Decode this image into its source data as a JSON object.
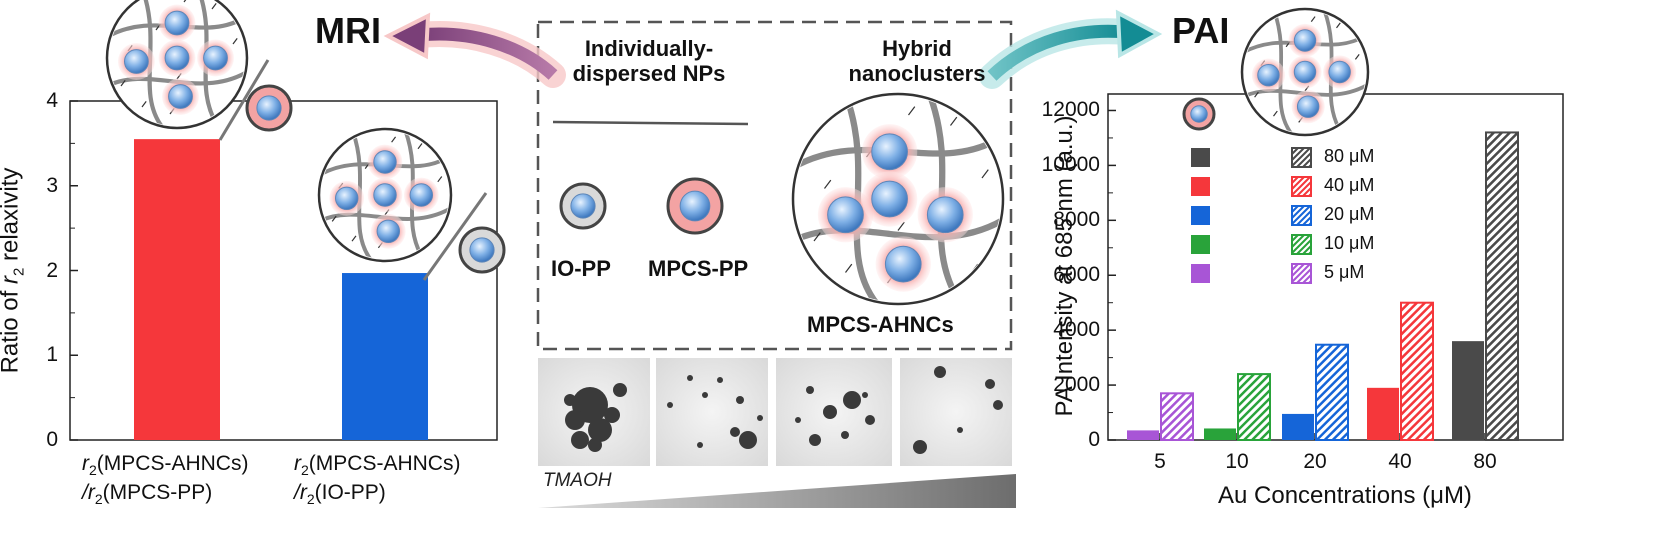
{
  "center": {
    "title_left_line1": "Individually-",
    "title_left_line2": "dispersed NPs",
    "title_right_line1": "Hybrid",
    "title_right_line2": "nanoclusters",
    "np1_label": "IO-PP",
    "np2_label": "MPCS-PP",
    "cluster_label": "MPCS-AHNCs",
    "gradient_label": "TMAOH"
  },
  "arrows": {
    "left_label": "MRI",
    "right_label": "PAI"
  },
  "colors": {
    "red": "#f5373b",
    "blue": "#1565d8",
    "green": "#29a33a",
    "purple": "#a855d6",
    "dark": "#4a4a4a",
    "frame": "#555555"
  },
  "chart_data": [
    {
      "type": "bar",
      "ylabel_prefix": "Ratio of ",
      "ylabel_var": "r",
      "ylabel_sub": "2",
      "ylabel_suffix": " relaxivity",
      "ylim": [
        0,
        4
      ],
      "yticks": [
        0,
        1,
        2,
        3,
        4
      ],
      "categories": [
        {
          "line1_var": "r",
          "line1_sub": "2",
          "line1_rest": "(MPCS-AHNCs)",
          "line2_var": "/r",
          "line2_sub": "2",
          "line2_rest": "(MPCS-PP)"
        },
        {
          "line1_var": "r",
          "line1_sub": "2",
          "line1_rest": "(MPCS-AHNCs)",
          "line2_var": "/r",
          "line2_sub": "2",
          "line2_rest": "(IO-PP)"
        }
      ],
      "values": [
        3.55,
        1.97
      ],
      "bar_colors": [
        "#f5373b",
        "#1565d8"
      ]
    },
    {
      "type": "bar",
      "xlabel": "Au Concentrations (μM)",
      "ylabel": "PA Intensity at 685 nm (a.u.)",
      "categories": [
        "5",
        "10",
        "20",
        "40",
        "80"
      ],
      "ylim": [
        0,
        12000
      ],
      "yticks": [
        0,
        2000,
        4000,
        6000,
        8000,
        10000,
        12000
      ],
      "series": [
        {
          "values": [
            350,
            420,
            950,
            1900,
            3600
          ],
          "style": "solid"
        },
        {
          "values": [
            1700,
            2400,
            3470,
            5000,
            11200
          ],
          "style": "hatched"
        }
      ],
      "bar_colors": [
        "#a855d6",
        "#29a33a",
        "#1565d8",
        "#f5373b",
        "#4a4a4a"
      ],
      "legend": {
        "position": "top-left",
        "entries": [
          "80 μM",
          "40 μM",
          "20 μM",
          "10 μM",
          "5 μM"
        ],
        "colors": [
          "#4a4a4a",
          "#f5373b",
          "#1565d8",
          "#29a33a",
          "#a855d6"
        ]
      }
    }
  ]
}
